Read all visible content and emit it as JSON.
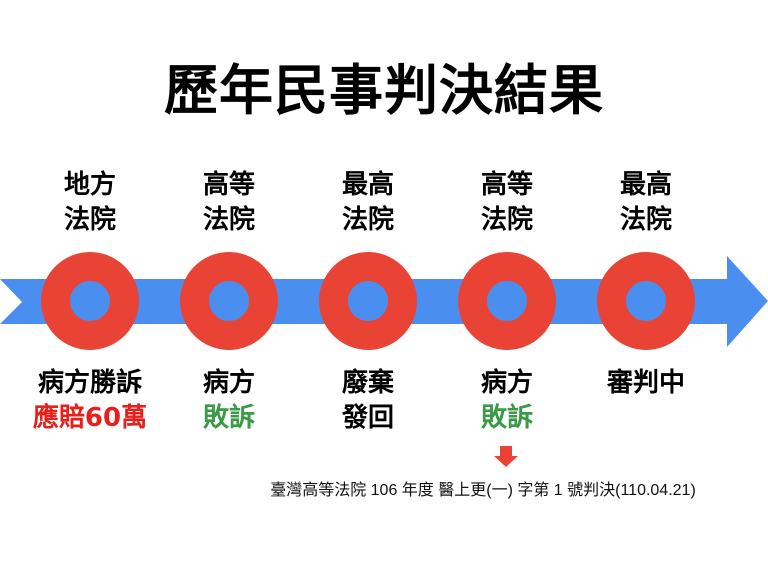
{
  "title": "歷年民事判決結果",
  "colors": {
    "arrow": "#4a8ff0",
    "node": "#e94335",
    "won": "#e8201c",
    "lost": "#3a9a48"
  },
  "stages": [
    {
      "court": [
        "地方",
        "法院"
      ],
      "result": [
        "病方勝訴",
        "應賠60萬"
      ],
      "result_colors": [
        "black",
        "red"
      ]
    },
    {
      "court": [
        "高等",
        "法院"
      ],
      "result": [
        "病方",
        "敗訴"
      ],
      "result_colors": [
        "black",
        "green"
      ]
    },
    {
      "court": [
        "最高",
        "法院"
      ],
      "result": [
        "廢棄",
        "發回"
      ],
      "result_colors": [
        "black",
        "black"
      ]
    },
    {
      "court": [
        "高等",
        "法院"
      ],
      "result": [
        "病方",
        "敗訴"
      ],
      "result_colors": [
        "black",
        "green"
      ]
    },
    {
      "court": [
        "最高",
        "法院"
      ],
      "result": [
        "審判中"
      ],
      "result_colors": [
        "black"
      ]
    }
  ],
  "citation": "臺灣高等法院 106 年度 醫上更(一) 字第 1 號判決(110.04.21)"
}
